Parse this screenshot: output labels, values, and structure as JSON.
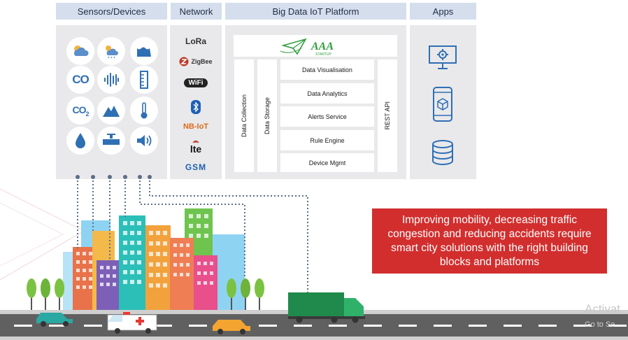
{
  "headers": {
    "sensors": "Sensors/Devices",
    "network": "Network",
    "platform": "Big Data IoT Platform",
    "apps": "Apps"
  },
  "sensors": {
    "co_label": "CO",
    "co2_label": "CO",
    "co2_sub": "2",
    "icons": [
      "partly-cloudy-icon",
      "sun-cloud-icon",
      "water-waves-icon",
      "co-icon",
      "sound-wave-icon",
      "ruler-icon",
      "co2-icon",
      "mountain-icon",
      "thermometer-icon",
      "water-drop-icon",
      "water-valve-icon",
      "speaker-icon"
    ]
  },
  "network": {
    "items": [
      "LoRa",
      "ZigBee",
      "WiFi",
      "Bluetooth",
      "NB-IoT",
      "lte",
      "GSM"
    ]
  },
  "platform": {
    "logo_text": "AAA",
    "logo_sub": "STARTUP",
    "data_collection": "Data Collection",
    "data_storage": "Data Storage",
    "services": [
      "Data Visualisation",
      "Data Analytics",
      "Alerts Service",
      "Rule Engine",
      "Device Mgmt"
    ],
    "rest_api": "REST API"
  },
  "apps": {
    "icons": [
      "monitor-gear-icon",
      "mobile-cube-icon",
      "database-icon"
    ]
  },
  "message": "Improving mobility, decreasing traffic congestion and reducing accidents require smart city solutions with the right building blocks and platforms",
  "watermark": {
    "line1": "Activat",
    "line2": "Go to Se"
  },
  "colors": {
    "header_bg": "#d4deec",
    "panel_bg": "#e9e9eb",
    "icon_blue": "#2f6fb4",
    "message_bg": "#d22e2e",
    "road": "#606060",
    "logo_green": "#2f9e3c"
  }
}
